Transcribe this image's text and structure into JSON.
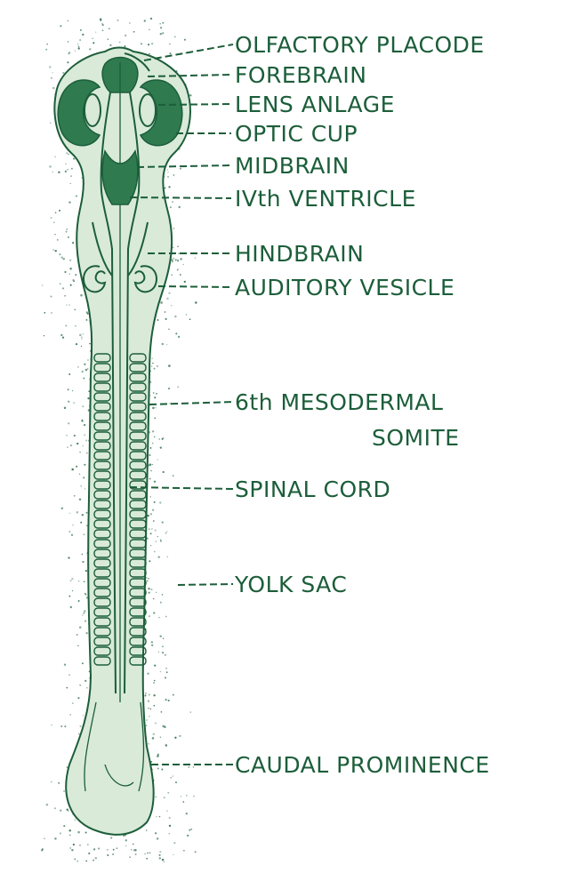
{
  "diagram": {
    "colors": {
      "ink": "#1c5e3a",
      "tissue": "#d9ead9",
      "dark_tissue": "#2f7a4e",
      "background": "#ffffff"
    },
    "labels": [
      {
        "id": "olfactory-placode",
        "lines": [
          "OLFACTORY PLACODE"
        ]
      },
      {
        "id": "forebrain",
        "lines": [
          "FOREBRAIN"
        ]
      },
      {
        "id": "lens-anlage",
        "lines": [
          "LENS ANLAGE"
        ]
      },
      {
        "id": "optic-cup",
        "lines": [
          "OPTIC CUP"
        ]
      },
      {
        "id": "midbrain",
        "lines": [
          "MIDBRAIN"
        ]
      },
      {
        "id": "ivth-ventricle",
        "lines": [
          "IVth VENTRICLE"
        ]
      },
      {
        "id": "hindbrain",
        "lines": [
          "HINDBRAIN"
        ]
      },
      {
        "id": "auditory-vesicle",
        "lines": [
          "AUDITORY VESICLE"
        ]
      },
      {
        "id": "mesodermal-somite",
        "lines": [
          "6th MESODERMAL",
          "SOMITE"
        ]
      },
      {
        "id": "spinal-cord",
        "lines": [
          "SPINAL CORD"
        ]
      },
      {
        "id": "yolk-sac",
        "lines": [
          "YOLK SAC"
        ]
      },
      {
        "id": "caudal-prominence",
        "lines": [
          "CAUDAL PROMINENCE"
        ]
      }
    ]
  }
}
